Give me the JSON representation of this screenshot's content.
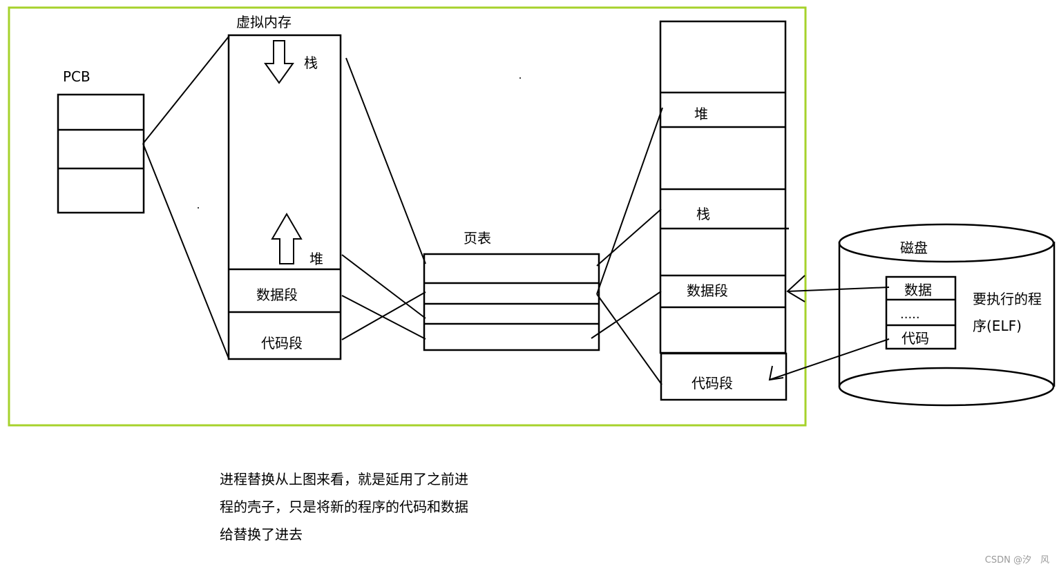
{
  "frame": {
    "border_color": "#a6d22b"
  },
  "pcb": {
    "title": "PCB"
  },
  "virtual_memory": {
    "title": "虚拟内存",
    "stack": "栈",
    "heap": "堆",
    "data_segment": "数据段",
    "code_segment": "代码段"
  },
  "page_table": {
    "title": "页表"
  },
  "physical_memory": {
    "heap": "堆",
    "stack": "栈",
    "data_segment": "数据段",
    "code_segment": "代码段"
  },
  "disk": {
    "title": "磁盘",
    "file_rows": [
      "数据",
      ".....",
      "代码"
    ],
    "program_label_line1": "要执行的程",
    "program_label_line2": "序(ELF)"
  },
  "caption": {
    "lines": [
      "进程替换从上图来看，就是延用了之前进",
      "程的壳子，只是将新的程序的代码和数据",
      "给替换了进去"
    ]
  },
  "watermark": "CSDN @汐　风"
}
